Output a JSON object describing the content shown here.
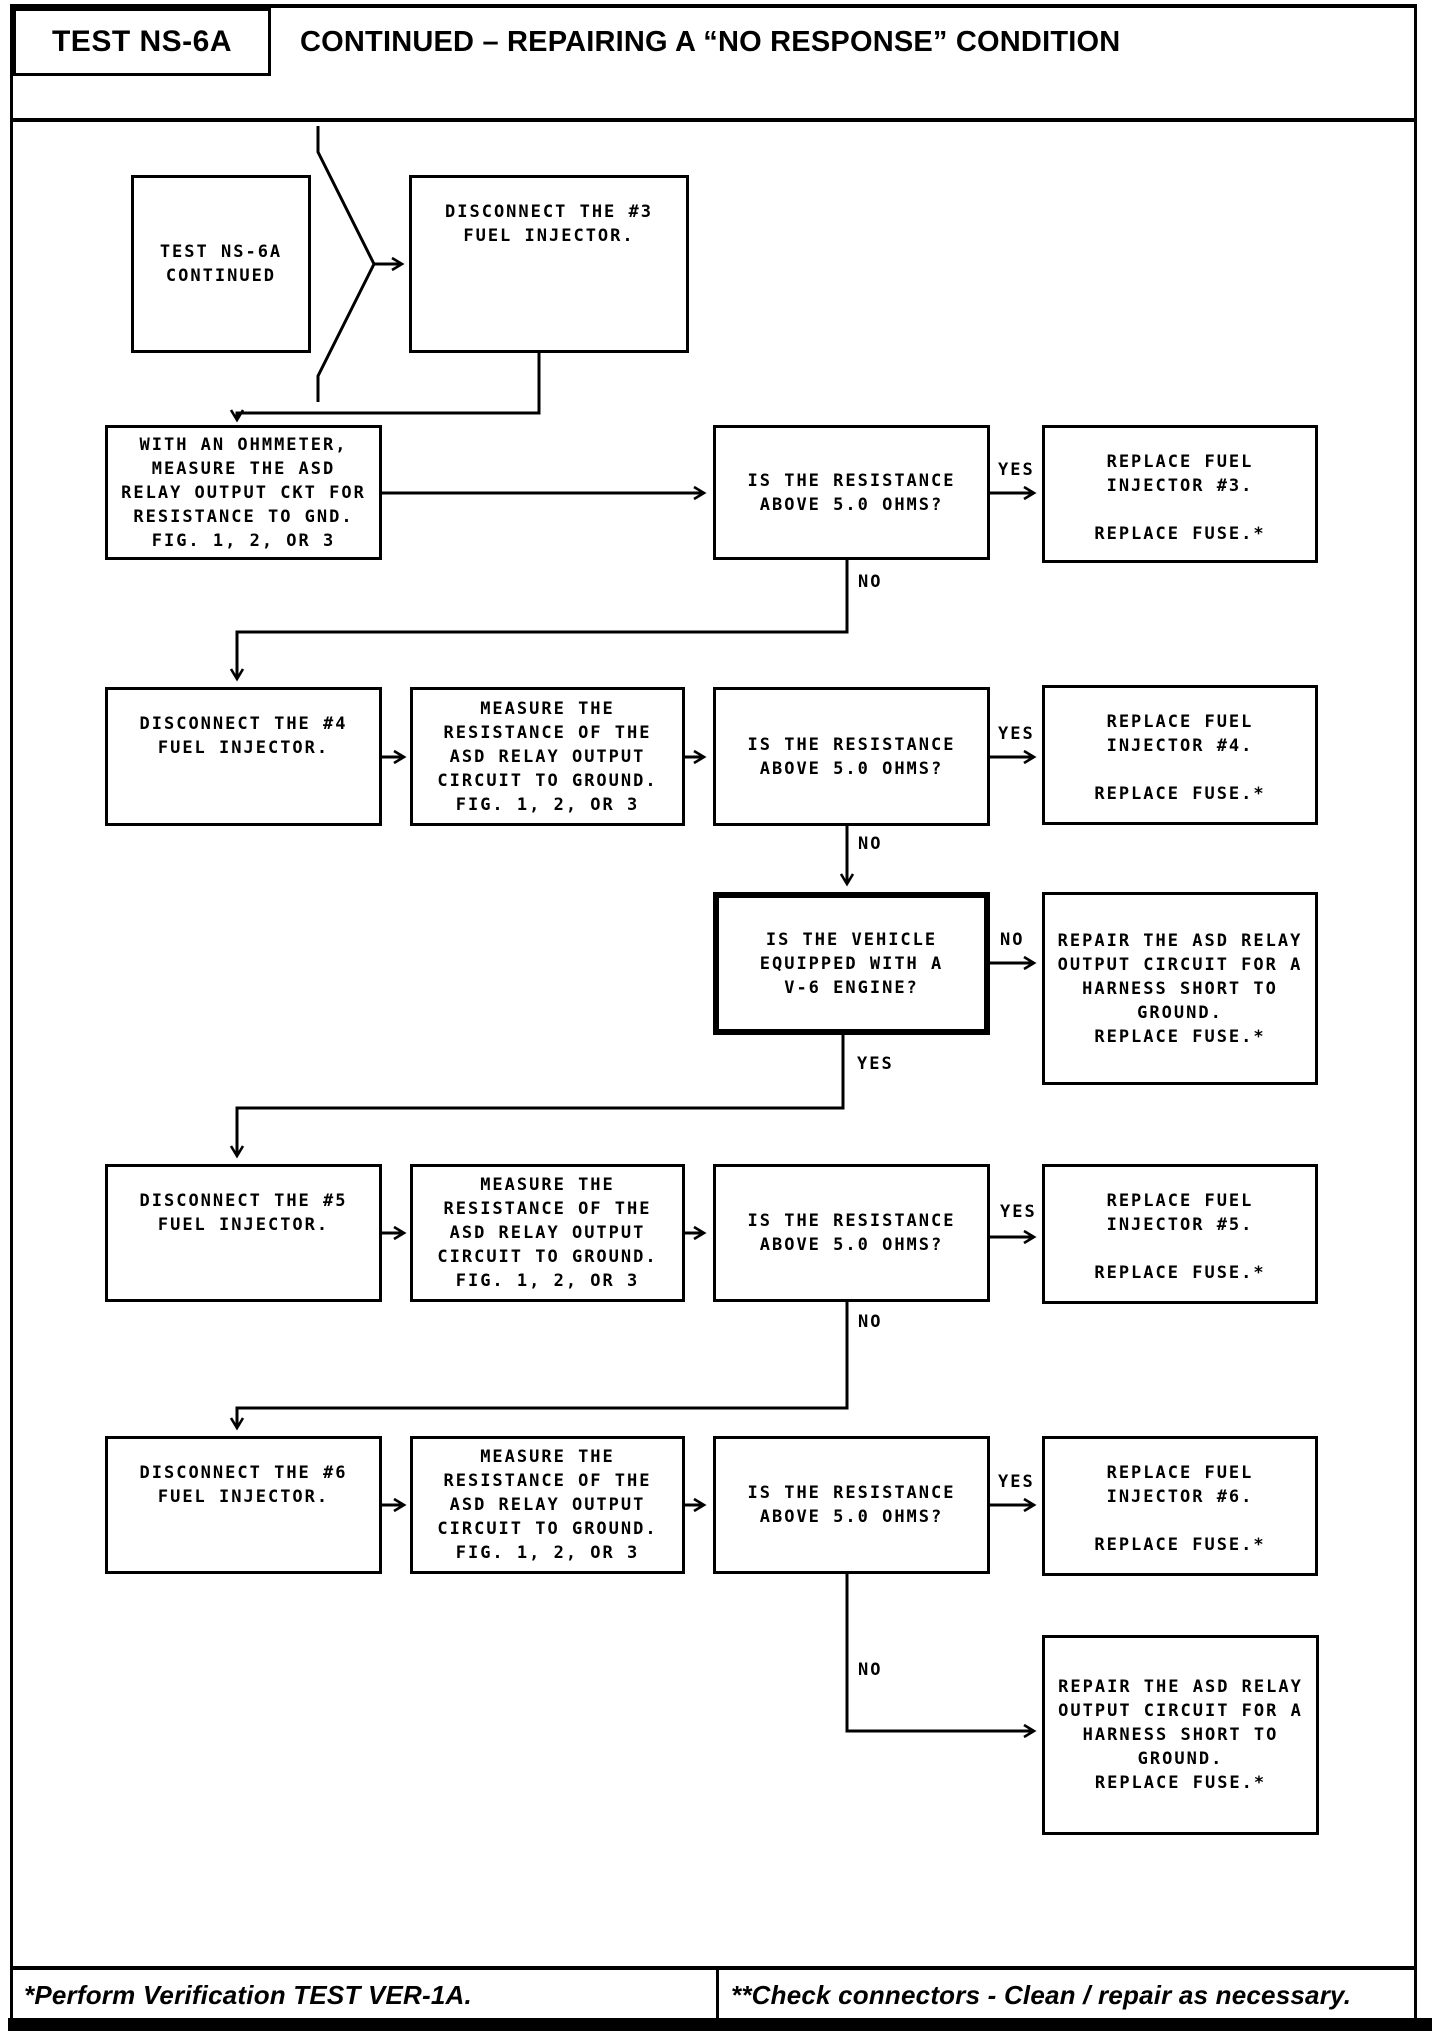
{
  "header": {
    "test_id": "TEST NS-6A",
    "title": "CONTINUED – REPAIRING A “NO RESPONSE” CONDITION"
  },
  "labels": {
    "yes": "YES",
    "no": "NO"
  },
  "nodes": {
    "start": "TEST NS-6A\nCONTINUED",
    "disconnect_3": "DISCONNECT THE #3\nFUEL INJECTOR.",
    "measure_ckt": "WITH AN OHMMETER,\nMEASURE THE ASD\nRELAY OUTPUT CKT FOR\nRESISTANCE TO GND.\nFIG. 1, 2, OR 3",
    "resistance_q1": "IS THE RESISTANCE\nABOVE 5.0 OHMS?",
    "replace_3": "REPLACE FUEL\nINJECTOR #3.\n\nREPLACE FUSE.*",
    "disconnect_4": "DISCONNECT THE #4\nFUEL INJECTOR.",
    "measure_4": "MEASURE THE\nRESISTANCE OF THE\nASD RELAY OUTPUT\nCIRCUIT TO GROUND.\nFIG. 1, 2, OR 3",
    "resistance_q2": "IS THE RESISTANCE\nABOVE 5.0 OHMS?",
    "replace_4": "REPLACE FUEL\nINJECTOR #4.\n\nREPLACE FUSE.*",
    "v6_question": "IS THE VEHICLE\nEQUIPPED WITH A\nV-6 ENGINE?",
    "repair_short_1": "REPAIR THE ASD RELAY\nOUTPUT CIRCUIT FOR A\nHARNESS SHORT TO\nGROUND.\nREPLACE FUSE.*",
    "disconnect_5": "DISCONNECT THE #5\nFUEL INJECTOR.",
    "measure_5": "MEASURE THE\nRESISTANCE OF THE\nASD RELAY OUTPUT\nCIRCUIT TO GROUND.\nFIG. 1, 2, OR 3",
    "resistance_q3": "IS THE RESISTANCE\nABOVE 5.0 OHMS?",
    "replace_5": "REPLACE FUEL\nINJECTOR #5.\n\nREPLACE FUSE.*",
    "disconnect_6": "DISCONNECT THE #6\nFUEL INJECTOR.",
    "measure_6": "MEASURE THE\nRESISTANCE OF THE\nASD RELAY OUTPUT\nCIRCUIT TO GROUND.\nFIG. 1, 2, OR 3",
    "resistance_q4": "IS THE RESISTANCE\nABOVE 5.0 OHMS?",
    "replace_6": "REPLACE FUEL\nINJECTOR #6.\n\nREPLACE FUSE.*",
    "repair_short_2": "REPAIR THE ASD RELAY\nOUTPUT CIRCUIT FOR A\nHARNESS SHORT TO\nGROUND.\nREPLACE FUSE.*"
  },
  "footer": {
    "left": "*Perform Verification TEST VER-1A.",
    "right": "**Check connectors - Clean / repair as necessary."
  },
  "colors": {
    "ink": "#000000",
    "paper": "#ffffff"
  }
}
